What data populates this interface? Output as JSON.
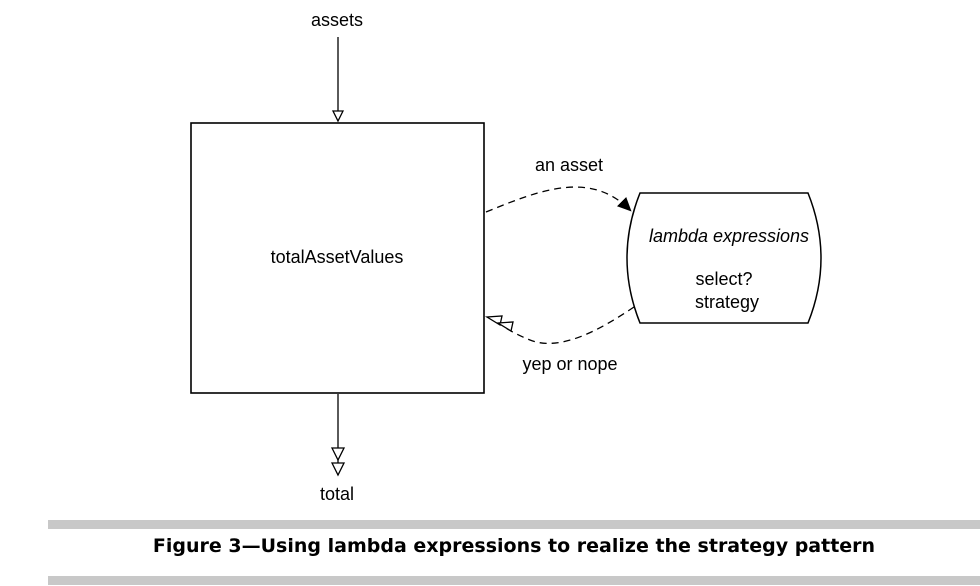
{
  "diagram": {
    "input_label": "assets",
    "process_box_label": "totalAssetValues",
    "output_label": "total",
    "request_edge_label": "an asset",
    "response_edge_label": "yep or nope",
    "strategy_node": {
      "title": "lambda expressions",
      "line1": "select?",
      "line2": "strategy"
    }
  },
  "caption": "Figure 3—Using lambda expressions to realize the strategy pattern",
  "colors": {
    "stroke": "#000000",
    "background": "#ffffff",
    "rule": "#c8c8c8"
  }
}
